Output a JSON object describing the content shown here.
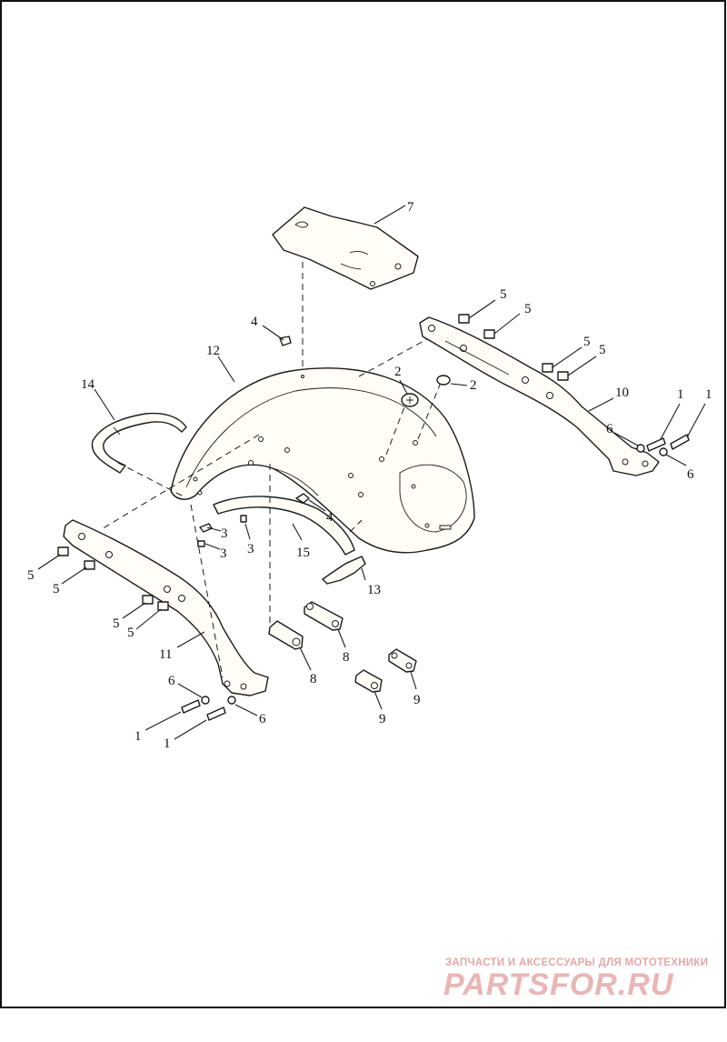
{
  "diagram": {
    "callouts": {
      "c1a": "1",
      "c1b": "1",
      "c1c": "1",
      "c1d": "1",
      "c2a": "2",
      "c2b": "2",
      "c3a": "3",
      "c3b": "3",
      "c3c": "3",
      "c4a": "4",
      "c4b": "4",
      "c5a": "5",
      "c5b": "5",
      "c5c": "5",
      "c5d": "5",
      "c5e": "5",
      "c5f": "5",
      "c5g": "5",
      "c5h": "5",
      "c6a": "6",
      "c6b": "6",
      "c6c": "6",
      "c6d": "6",
      "c7": "7",
      "c8a": "8",
      "c8b": "8",
      "c9a": "9",
      "c9b": "9",
      "c10": "10",
      "c11": "11",
      "c12": "12",
      "c13": "13",
      "c14": "14",
      "c15": "15"
    }
  },
  "watermark": {
    "tagline": "ЗАПЧАСТИ И АКСЕССУАРЫ ДЛЯ МОТОТЕХНИКИ",
    "logo": "PARTSFOR.RU",
    "color": "#e9b5b5"
  }
}
